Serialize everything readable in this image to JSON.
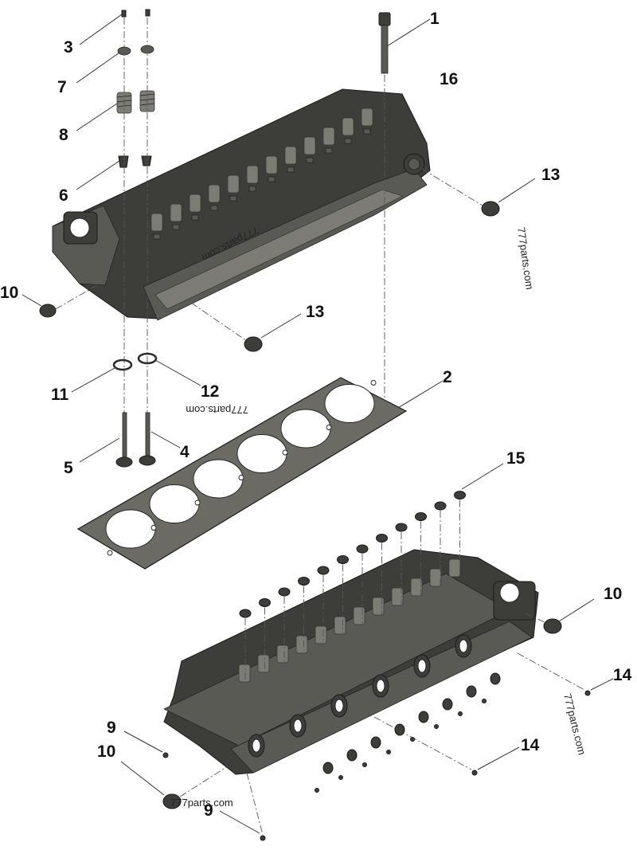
{
  "watermarks": [
    "777parts.com",
    "777parts.com",
    "777parts.com",
    "777parts.com",
    "777parts.com"
  ],
  "callouts": [
    "1",
    "16",
    "3",
    "7",
    "8",
    "6",
    "13",
    "10",
    "13",
    "11",
    "12",
    "2",
    "5",
    "4",
    "15",
    "10",
    "14",
    "9",
    "10",
    "14",
    "9"
  ]
}
